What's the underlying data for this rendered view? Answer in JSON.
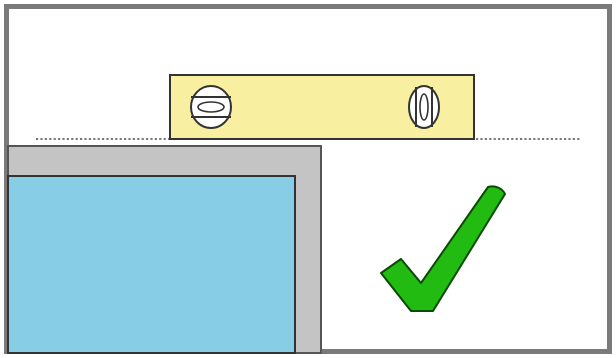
{
  "diagram": {
    "colors": {
      "outer_border": "#7a7a7a",
      "background": "#ffffff",
      "reference_line": "#7a7a7a",
      "spirit_level_body": "#f8f0a0",
      "spirit_level_outline": "#333333",
      "vial_fill": "#ffffff",
      "window_frame": "#c4c4c4",
      "window_frame_outline": "#555555",
      "glass": "#87cde6",
      "glass_outline": "#333333",
      "checkmark": "#22bb11",
      "checkmark_outline": "#0a4a05"
    },
    "elements": {
      "spirit_level": "spirit-level",
      "horizontal_vial": "horizontal-bubble-vial",
      "vertical_vial": "vertical-bubble-vial",
      "reference_line": "dotted-reference-line",
      "window_frame": "window-frame",
      "window_glass": "window-glass",
      "result_icon": "checkmark-icon"
    },
    "result": "correct"
  }
}
